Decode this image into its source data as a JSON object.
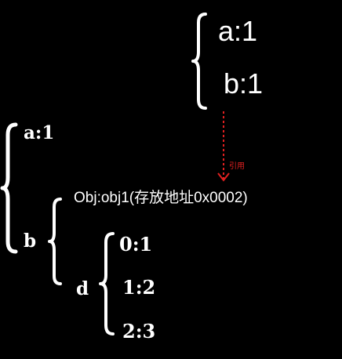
{
  "obj1": {
    "a": "a:1",
    "b": "b:1"
  },
  "reference": {
    "label": "引用",
    "color": "#e02020"
  },
  "outer": {
    "a": "a:1",
    "b": "b",
    "obj_label": "Obj:obj1(存放地址0x0002)",
    "d": "d",
    "d_items": [
      "0:1",
      "1:2",
      "2:3"
    ]
  }
}
